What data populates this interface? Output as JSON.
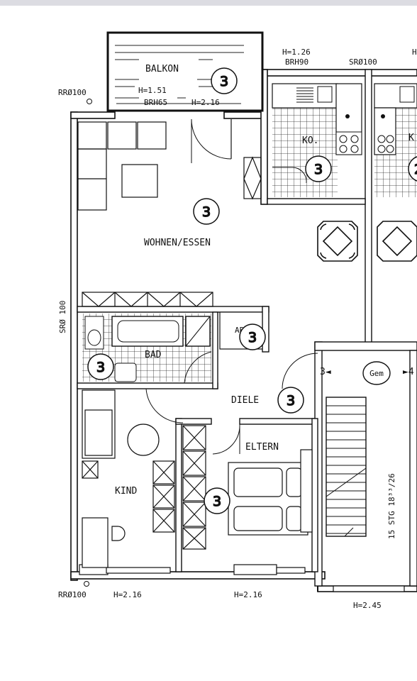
{
  "rooms": {
    "balkon": "BALKON",
    "wohnen": "WOHNEN/ESSEN",
    "kueche": "KO.",
    "bad": "BAD",
    "ab": "AB",
    "diele": "DIELE",
    "eltern": "ELTERN",
    "kind": "KIND",
    "kueche_neighbor": "K"
  },
  "markers": {
    "balkon": "3",
    "wohnen": "3",
    "kueche": "3",
    "bad": "3",
    "ab": "3",
    "diele": "3",
    "eltern": "3",
    "neighbor": "2"
  },
  "dimensions": {
    "balkon_h": "H=1.51",
    "balkon_brh": "BRH65",
    "balkon_door_h": "H=2.16",
    "kitchen_window_h": "H=1.26",
    "kitchen_window_brh": "BRH90",
    "kitchen_neighbor_h": "H",
    "sr_top": "SRØ100",
    "rr_top": "RRØ100",
    "sr_left": "SRØ 100",
    "rr_bottom": "RRØ100",
    "window_kind_h": "H=2.16",
    "window_eltern_h": "H=2.16",
    "stair_window_h": "H=2.45"
  },
  "stairwell": {
    "label": "Gem",
    "left_door": "3◄",
    "right_door": "►4",
    "steps_text": "15 STG 18³³/26"
  }
}
